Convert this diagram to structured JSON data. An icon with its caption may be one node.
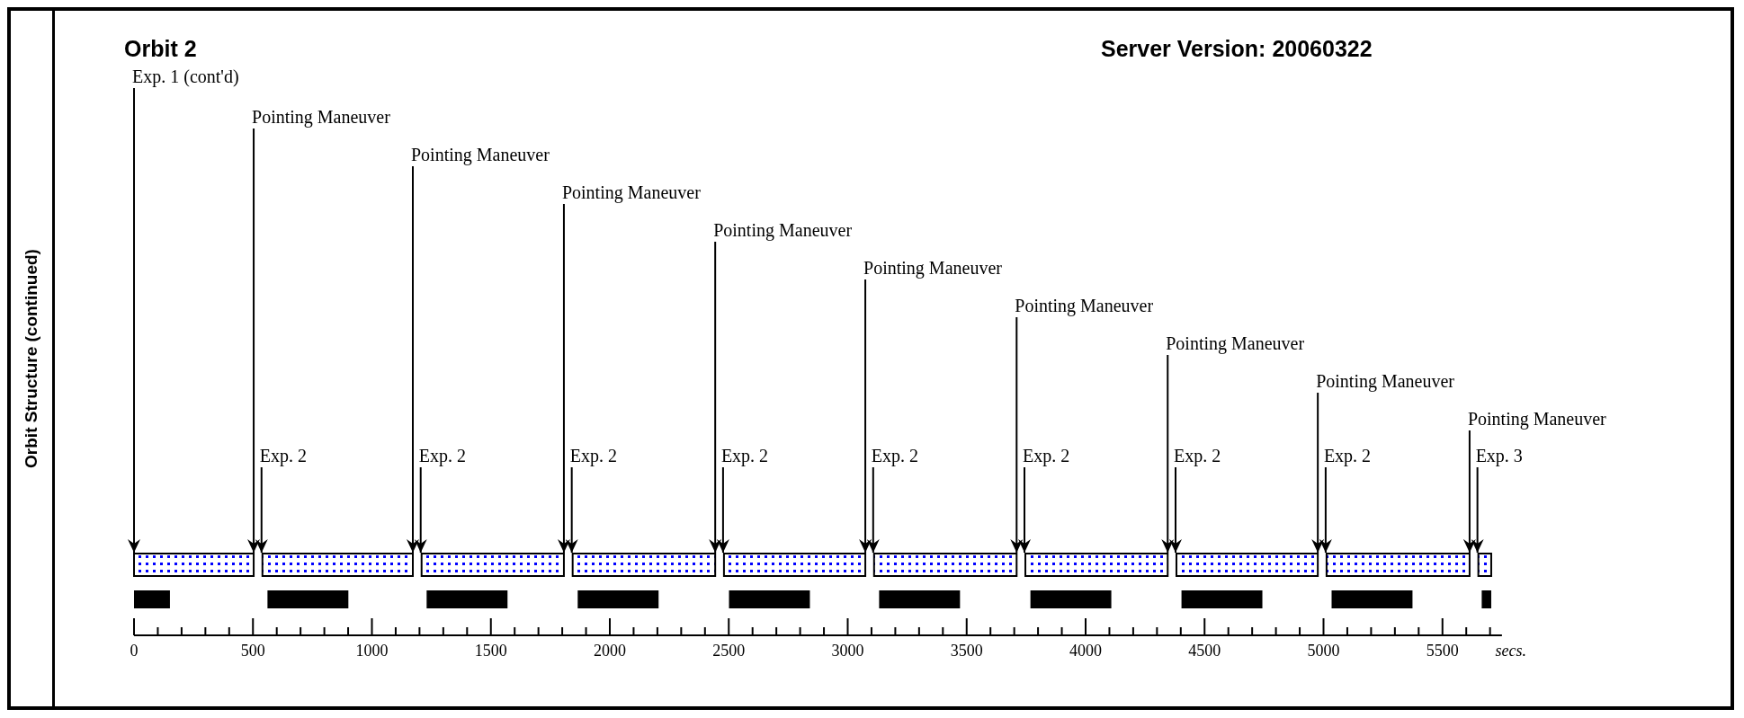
{
  "diagram": {
    "title": "Orbit 2",
    "nodes": [
      {
        "text": [
          "Orbit Structure (continued)"
        ]
      },
      {
        "text": [
          "Exp. 1 (cont'd)"
        ]
      },
      {
        "text": [
          "Pointing Maneuver"
        ]
      },
      {
        "text": [
          "Pointing Maneuver"
        ]
      },
      {
        "text": [
          "Pointing Maneuver"
        ]
      },
      {
        "text": [
          "Pointing Maneuver"
        ]
      },
      {
        "text": [
          "Pointing Maneuver"
        ]
      },
      {
        "text": [
          "Pointing Maneuver"
        ]
      },
      {
        "text": [
          "Pointing Maneuver"
        ]
      },
      {
        "text": [
          "Pointing Maneuver"
        ]
      },
      {
        "text": [
          "Pointing Maneuver"
        ]
      },
      {
        "text": [
          "Exp. 2"
        ]
      },
      {
        "text": [
          "Exp. 2"
        ]
      },
      {
        "text": [
          "Exp. 2"
        ]
      },
      {
        "text": [
          "Exp. 2"
        ]
      },
      {
        "text": [
          "Exp. 2"
        ]
      },
      {
        "text": [
          "Exp. 2"
        ]
      },
      {
        "text": [
          "Exp. 2"
        ]
      },
      {
        "text": [
          "Exp. 2"
        ]
      },
      {
        "text": [
          "Exp. 3"
        ]
      },
      {
        "text": [],
        "shape": "bar"
      },
      {
        "text": [],
        "shape": "bar"
      },
      {
        "text": [],
        "shape": "bar"
      },
      {
        "text": [],
        "shape": "bar"
      },
      {
        "text": [],
        "shape": "bar"
      },
      {
        "text": [],
        "shape": "bar"
      },
      {
        "text": [],
        "shape": "bar"
      },
      {
        "text": [],
        "shape": "bar"
      },
      {
        "text": [],
        "shape": "bar"
      },
      {
        "text": [],
        "shape": "bar"
      }
    ],
    "edges": [
      {
        "from": 1,
        "to": 20,
        "arrow": "to"
      },
      {
        "from": 2,
        "to": 20,
        "arrow": "to"
      },
      {
        "from": 3,
        "to": 21,
        "arrow": "to"
      },
      {
        "from": 4,
        "to": 22,
        "arrow": "to"
      },
      {
        "from": 5,
        "to": 23,
        "arrow": "to"
      },
      {
        "from": 6,
        "to": 24,
        "arrow": "to"
      },
      {
        "from": 7,
        "to": 25,
        "arrow": "to"
      },
      {
        "from": 8,
        "to": 26,
        "arrow": "to"
      },
      {
        "from": 9,
        "to": 27,
        "arrow": "to"
      },
      {
        "from": 10,
        "to": 28,
        "arrow": "to"
      },
      {
        "from": 11,
        "to": 21,
        "arrow": "to"
      },
      {
        "from": 12,
        "to": 22,
        "arrow": "to"
      },
      {
        "from": 13,
        "to": 23,
        "arrow": "to"
      },
      {
        "from": 14,
        "to": 24,
        "arrow": "to"
      },
      {
        "from": 15,
        "to": 25,
        "arrow": "to"
      },
      {
        "from": 16,
        "to": 26,
        "arrow": "to"
      },
      {
        "from": 17,
        "to": 27,
        "arrow": "to"
      },
      {
        "from": 18,
        "to": 28,
        "arrow": "to"
      },
      {
        "from": 19,
        "to": 29,
        "arrow": "to"
      }
    ],
    "labels": [
      "Server Version: 20060322",
      "0",
      "500",
      "1000",
      "1500",
      "2000",
      "2500",
      "3000",
      "3500",
      "4000",
      "4500",
      "5000",
      "5500",
      "secs."
    ]
  }
}
